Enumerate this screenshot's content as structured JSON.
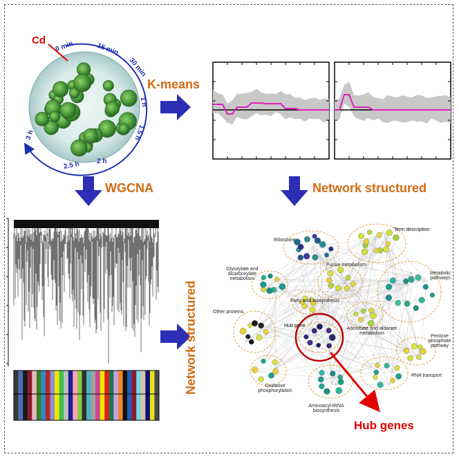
{
  "cd_label": "Cd",
  "time_points": [
    "0 min",
    "15 min",
    "30 min",
    "1 h",
    "1.5 h",
    "2 h",
    "2.5 h",
    "3 h"
  ],
  "step_kmeans": "K-means",
  "step_wgcna": "WGCNA",
  "step_network_structured": "Network structured",
  "step_network_structured_vertical": "Network structured",
  "hub_genes": "Hub genes",
  "network": {
    "term_description": "Term description",
    "hub_gene": "Hub gene",
    "clusters": [
      "Ribosome",
      "Glyoxylate and dicarboxylate metabolism",
      "Purine metabolism",
      "Fatty acid biosynthesis",
      "Metabolic pathways",
      "Other proteins",
      "Ascorbate and aldarate metabolism",
      "Pentose phosphate pathway",
      "RNA transport",
      "Oxidative phosphorylation",
      "Aminoacyl-tRNA biosynthesis"
    ]
  },
  "colors": {
    "arrow": "#2c2fb5",
    "orange_text": "#d06a12",
    "blue_text": "#1c2fb0",
    "red": "#e00000",
    "kmeans_line": "#e020c0"
  },
  "module_colors": [
    "#3a3a3a",
    "#4c6fb8",
    "#1a1a1a",
    "#8a1d27",
    "#e3b9c2",
    "#3f7f1f",
    "#2e8bcb",
    "#b22b2b",
    "#8f8fcf",
    "#f2e600",
    "#3cc24a",
    "#c0c0c0",
    "#1d1d8e",
    "#ffa0bf",
    "#8ccf3d",
    "#2f2f2f",
    "#4fb3bf",
    "#a0a0a0",
    "#ce4a8f",
    "#f2e600",
    "#dd2020",
    "#1a7a4a",
    "#c6a0e6",
    "#f28a28",
    "#111111",
    "#2a5ab8",
    "#8a1d27",
    "#7ad7e8",
    "#d9c6a3",
    "#0c0c7a",
    "#e3e31a",
    "#494949"
  ]
}
